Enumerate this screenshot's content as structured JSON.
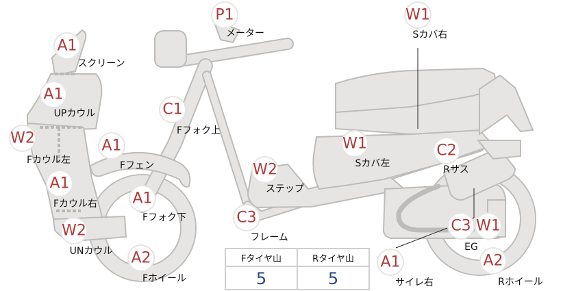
{
  "parts": [
    {
      "id": "screen",
      "grade": "A1",
      "label": "スクリーン"
    },
    {
      "id": "up-cowl",
      "grade": "A1",
      "label": "UPカウル"
    },
    {
      "id": "f-cowl-left",
      "grade": "W2",
      "label": "Fカウル左"
    },
    {
      "id": "f-cowl-right",
      "grade": "A1",
      "label": "Fカウル右"
    },
    {
      "id": "un-cowl",
      "grade": "W2",
      "label": "UNカウル"
    },
    {
      "id": "f-wheel",
      "grade": "A2",
      "label": "Fホイール"
    },
    {
      "id": "f-fork-lower",
      "grade": "A1",
      "label": "Fフォク下"
    },
    {
      "id": "f-fender",
      "grade": "A1",
      "label": "Fフェン"
    },
    {
      "id": "f-fork-upper",
      "grade": "C1",
      "label": "Fフォク上"
    },
    {
      "id": "meter",
      "grade": "P1",
      "label": "メーター"
    },
    {
      "id": "s-cover-right",
      "grade": "W1",
      "label": "Sカバ右"
    },
    {
      "id": "s-cover-left",
      "grade": "W1",
      "label": "Sカバ左"
    },
    {
      "id": "step",
      "grade": "W2",
      "label": "ステップ"
    },
    {
      "id": "frame",
      "grade": "C3",
      "label": "フレーム"
    },
    {
      "id": "r-suspension",
      "grade": "C2",
      "label": "Rサス"
    },
    {
      "id": "engine-grade-1",
      "grade": "C3",
      "label": ""
    },
    {
      "id": "engine-grade-2",
      "grade": "W1",
      "label": "EG"
    },
    {
      "id": "muffler-right",
      "grade": "A1",
      "label": "サイレ右"
    },
    {
      "id": "r-wheel",
      "grade": "A2",
      "label": "Rホイール"
    }
  ],
  "tread_table": {
    "headers": [
      "Fタイヤ山",
      "Rタイヤ山"
    ],
    "values": [
      "5",
      "5"
    ]
  }
}
